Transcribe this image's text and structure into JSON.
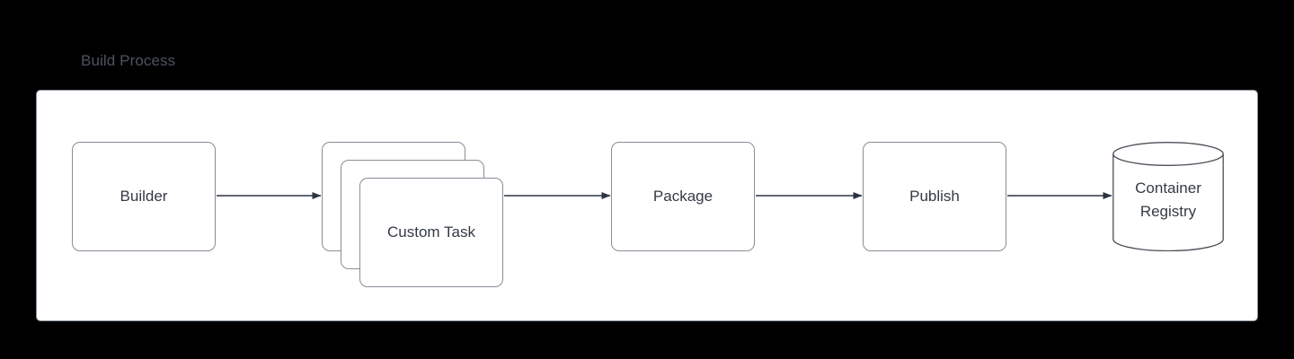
{
  "diagram": {
    "title": "Build Process",
    "background_color": "#000000",
    "panel_background": "#ffffff",
    "border_color": "#878e98",
    "text_color": "#333a45",
    "title_color": "#4b5361",
    "edge_color": "#2d3440"
  },
  "nodes": [
    {
      "id": "builder",
      "label": "Builder",
      "shape": "rounded-rect"
    },
    {
      "id": "custom-task-back",
      "label": "Custom Task",
      "shape": "rounded-rect"
    },
    {
      "id": "custom-task-mid",
      "label": "Custom Task",
      "shape": "rounded-rect"
    },
    {
      "id": "custom-task-front",
      "label": "Custom Task",
      "shape": "rounded-rect"
    },
    {
      "id": "package",
      "label": "Package",
      "shape": "rounded-rect"
    },
    {
      "id": "publish",
      "label": "Publish",
      "shape": "rounded-rect"
    },
    {
      "id": "container-registry",
      "label": "Container\nRegistry",
      "shape": "cylinder"
    }
  ],
  "edges": [
    {
      "from": "builder",
      "to": "custom-task-back",
      "arrow": "solid"
    },
    {
      "from": "custom-task-front",
      "to": "package",
      "arrow": "solid"
    },
    {
      "from": "package",
      "to": "publish",
      "arrow": "solid"
    },
    {
      "from": "publish",
      "to": "container-registry",
      "arrow": "solid"
    }
  ]
}
